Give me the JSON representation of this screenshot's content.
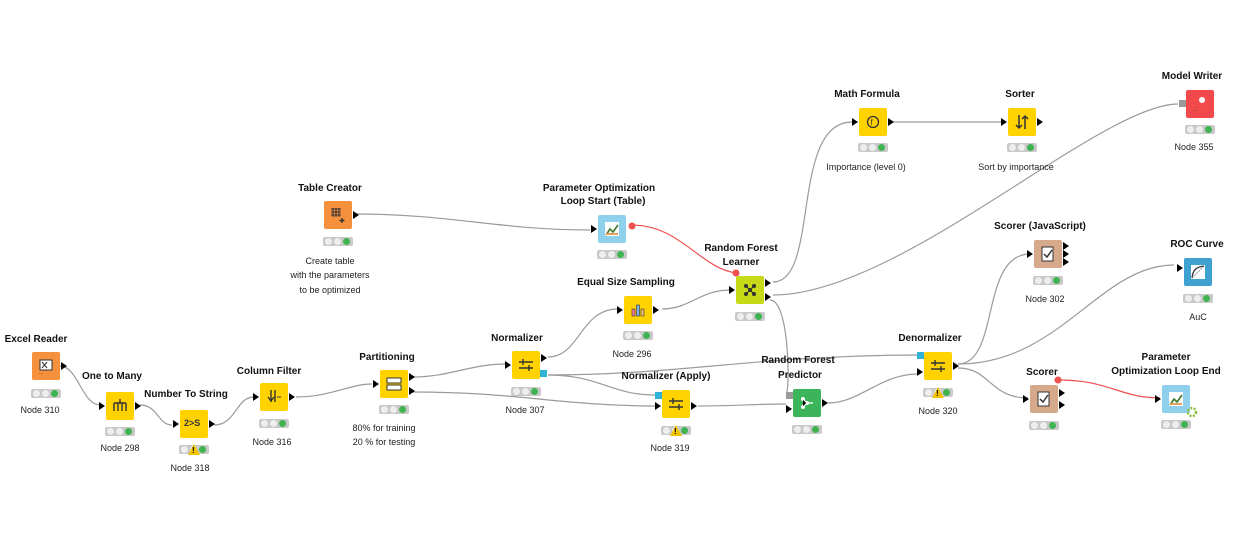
{
  "nodes": {
    "excel_reader": {
      "title": "Excel Reader",
      "caption": "Node 310",
      "icon": "excel-icon"
    },
    "one_to_many": {
      "title": "One to Many",
      "caption": "Node 298",
      "icon": "one-to-many-icon"
    },
    "number_to_string": {
      "title": "Number To String",
      "caption": "Node 318",
      "icon": "number-to-string-icon",
      "glyph": "2>S"
    },
    "column_filter": {
      "title": "Column Filter",
      "caption": "Node 316",
      "icon": "column-filter-icon"
    },
    "partitioning": {
      "title": "Partitioning",
      "caption_lines": [
        "80% for training",
        "20 % for testing"
      ],
      "icon": "partition-icon"
    },
    "normalizer": {
      "title": "Normalizer",
      "caption": "Node 307",
      "icon": "normalizer-icon"
    },
    "table_creator": {
      "title": "Table Creator",
      "caption_lines": [
        "Create table",
        "with the parameters",
        "to be optimized"
      ],
      "icon": "table-icon"
    },
    "param_opt_start": {
      "title_lines": [
        "Parameter Optimization",
        "Loop Start (Table)"
      ],
      "icon": "loop-start-icon"
    },
    "equal_size_sampling": {
      "title": "Equal Size Sampling",
      "caption": "Node 296",
      "icon": "sampling-icon"
    },
    "normalizer_apply": {
      "title": "Normalizer (Apply)",
      "caption": "Node 319",
      "icon": "normalizer-apply-icon"
    },
    "rf_learner": {
      "title_lines": [
        "Random Forest",
        "Learner"
      ],
      "icon": "random-forest-learner-icon"
    },
    "rf_predictor": {
      "title_lines": [
        "Random Forest",
        "Predictor"
      ],
      "icon": "random-forest-predictor-icon"
    },
    "math_formula": {
      "title": "Math Formula",
      "caption": "Importance (level 0)",
      "icon": "math-formula-icon"
    },
    "sorter": {
      "title": "Sorter",
      "caption": "Sort by importance",
      "icon": "sorter-icon"
    },
    "model_writer": {
      "title": "Model Writer",
      "caption": "Node 355",
      "icon": "model-writer-icon"
    },
    "scorer_js": {
      "title": "Scorer (JavaScript)",
      "caption": "Node 302",
      "icon": "scorer-js-icon"
    },
    "roc_curve": {
      "title": "ROC Curve",
      "caption": "AuC",
      "icon": "roc-curve-icon"
    },
    "denormalizer": {
      "title": "Denormalizer",
      "caption": "Node 320",
      "icon": "denormalizer-icon"
    },
    "scorer": {
      "title": "Scorer",
      "icon": "scorer-icon"
    },
    "param_opt_end": {
      "title_lines": [
        "Parameter",
        "Optimization Loop End"
      ],
      "icon": "loop-end-icon"
    }
  },
  "colors": {
    "edge": "#9a9a9a",
    "flow_variable_edge": "#f05050",
    "status_ok": "#3fb34f"
  }
}
